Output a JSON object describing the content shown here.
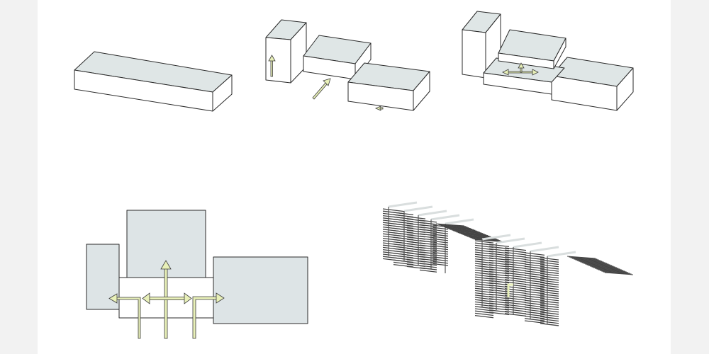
{
  "palette": {
    "paper": "#ffffff",
    "background": "#f2f2f2",
    "block_top": "#dfe6e6",
    "block_side": "#ffffff",
    "plan_fill": "#dde4e6",
    "arrow_fill": "#e8f0b8",
    "line": "#2a2a2a",
    "fins": "#444444"
  },
  "steps": [
    {
      "id": "step-1",
      "content": "single-bar-volume"
    },
    {
      "id": "step-2",
      "content": "split-into-three-volumes-with-movement-arrows"
    },
    {
      "id": "step-3",
      "content": "recombined-volumes-with-central-circulation"
    },
    {
      "id": "step-4",
      "content": "plan-view-with-circulation-arrows"
    },
    {
      "id": "step-5",
      "content": "louvered-facade-massing"
    }
  ],
  "icons": [
    "arrow-up-icon",
    "arrow-diagonal-icon",
    "arrow-cross-icon",
    "circulation-arrow-icon"
  ]
}
